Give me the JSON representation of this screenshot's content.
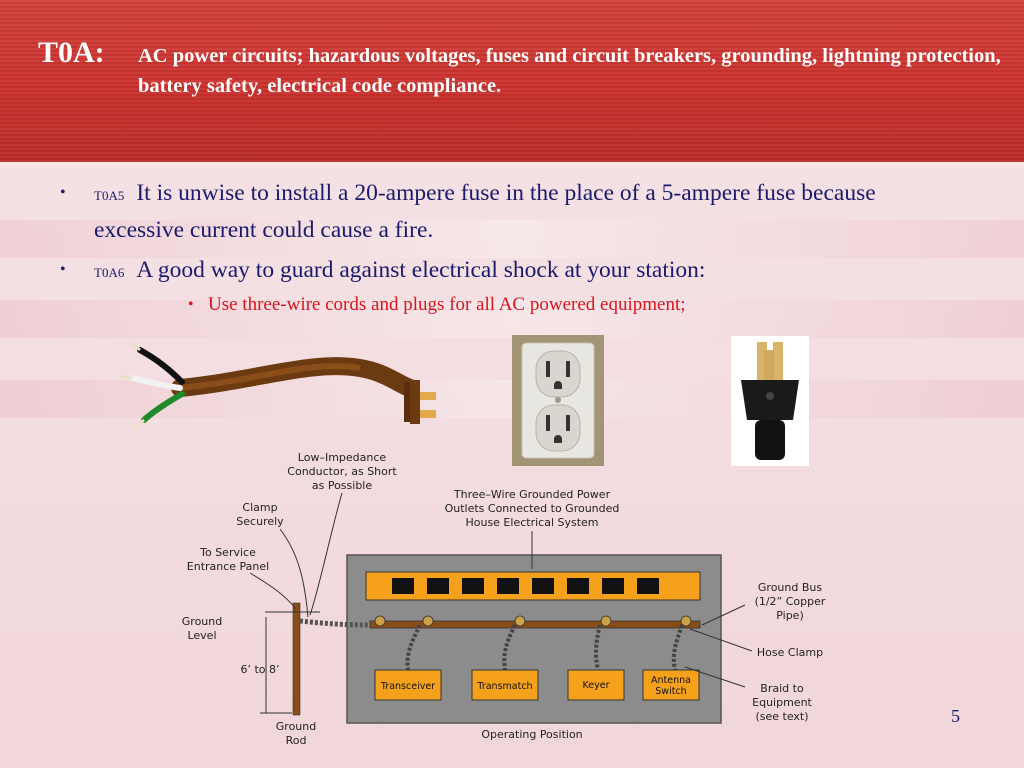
{
  "header": {
    "code": "T0A:",
    "title": "AC power circuits; hazardous voltages, fuses and circuit breakers, grounding, lightning protection, battery safety, electrical code compliance."
  },
  "bullets": [
    {
      "id": "T0A5",
      "text": "It is unwise to install a 20-ampere fuse in the place of a 5-ampere fuse because excessive current could cause a fire."
    },
    {
      "id": "T0A6",
      "text": "A good way to guard against electrical shock at your station:"
    }
  ],
  "sub_bullet": "Use three-wire cords and plugs for all AC powered equipment;",
  "diagram": {
    "low_impedance": [
      "Low–Impedance",
      "Conductor, as Short",
      "as Possible"
    ],
    "clamp": [
      "Clamp",
      "Securely"
    ],
    "service": [
      "To Service",
      "Entrance Panel"
    ],
    "ground_level": [
      "Ground",
      "Level"
    ],
    "height": "6’ to 8’",
    "ground_rod": [
      "Ground",
      "Rod"
    ],
    "outlets": [
      "Three–Wire Grounded Power",
      "Outlets Connected to Grounded",
      "House Electrical System"
    ],
    "ground_bus": [
      "Ground Bus",
      "(1/2” Copper",
      "Pipe)"
    ],
    "hose_clamp": "Hose Clamp",
    "braid": [
      "Braid to",
      "Equipment",
      "(see text)"
    ],
    "operating": "Operating Position",
    "boxes": [
      "Transceiver",
      "Transmatch",
      "Keyer"
    ],
    "antenna_switch": [
      "Antenna",
      "Switch"
    ]
  },
  "page_number": "5",
  "colors": {
    "header_red": "#c9302c",
    "text_navy": "#1a1a6e",
    "sub_red": "#d9141c",
    "panel_orange": "#f5a11c"
  }
}
